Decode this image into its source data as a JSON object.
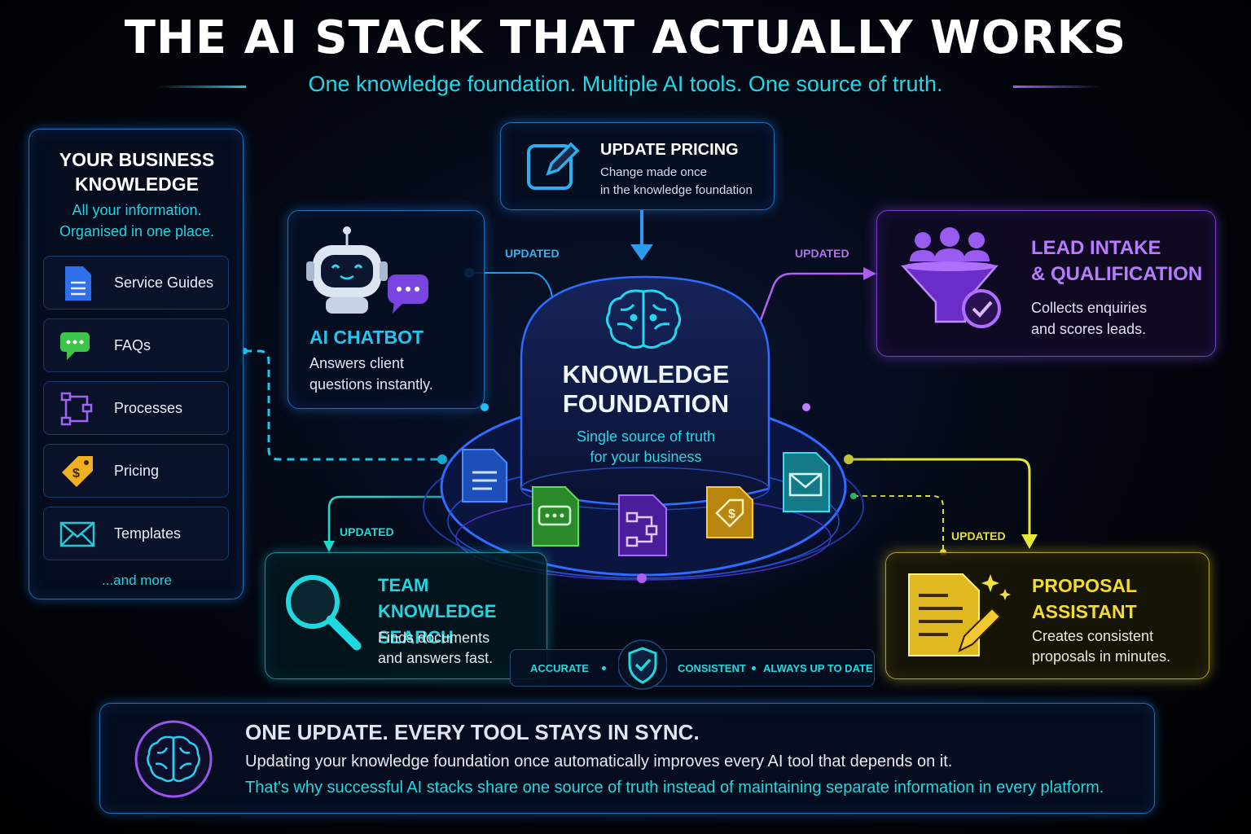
{
  "title": "THE AI STACK THAT ACTUALLY WORKS",
  "subtitle": "One knowledge foundation. Multiple AI tools. One source of truth.",
  "business_knowledge": {
    "title_line1": "YOUR BUSINESS",
    "title_line2": "KNOWLEDGE",
    "sub_line1": "All your information.",
    "sub_line2": "Organised in one place.",
    "items": [
      {
        "label": "Service Guides",
        "icon": "document-icon",
        "color": "#2f6fe8"
      },
      {
        "label": "FAQs",
        "icon": "chat-bubble-icon",
        "color": "#3cc44a"
      },
      {
        "label": "Processes",
        "icon": "flowchart-icon",
        "color": "#9a5cf0"
      },
      {
        "label": "Pricing",
        "icon": "price-tag-icon",
        "color": "#f0b020"
      },
      {
        "label": "Templates",
        "icon": "envelope-icon",
        "color": "#22c8d8"
      }
    ],
    "more": "...and more"
  },
  "update_pricing": {
    "title": "UPDATE PRICING",
    "desc_line1": "Change made once",
    "desc_line2": "in the knowledge foundation"
  },
  "chatbot": {
    "title": "AI CHATBOT",
    "desc_line1": "Answers client",
    "desc_line2": "questions instantly."
  },
  "lead": {
    "title_line1": "LEAD INTAKE",
    "title_line2": "& QUALIFICATION",
    "desc_line1": "Collects enquiries",
    "desc_line2": "and scores leads."
  },
  "search": {
    "title_line1": "TEAM KNOWLEDGE",
    "title_line2": "SEARCH",
    "desc_line1": "Finds documents",
    "desc_line2": "and answers fast."
  },
  "proposal": {
    "title_line1": "PROPOSAL",
    "title_line2": "ASSISTANT",
    "desc_line1": "Creates consistent",
    "desc_line2": "proposals in minutes."
  },
  "foundation": {
    "title_line1": "KNOWLEDGE",
    "title_line2": "FOUNDATION",
    "sub_line1": "Single source of truth",
    "sub_line2": "for your business"
  },
  "updated_labels": {
    "chatbot": "UPDATED",
    "lead": "UPDATED",
    "search": "UPDATED",
    "proposal": "UPDATED"
  },
  "badges": {
    "accurate": "ACCURATE",
    "consistent": "CONSISTENT",
    "always": "ALWAYS UP TO DATE"
  },
  "banner": {
    "title": "ONE UPDATE. EVERY TOOL STAYS IN SYNC.",
    "line1": "Updating your knowledge foundation once automatically improves every AI tool that depends on it.",
    "line2": "That's why successful AI stacks share one source of truth instead of maintaining separate information in every platform."
  },
  "colors": {
    "cyan": "#22d8e0",
    "blue": "#2f7df0",
    "purple": "#a060f0",
    "yellow": "#f0e030"
  }
}
